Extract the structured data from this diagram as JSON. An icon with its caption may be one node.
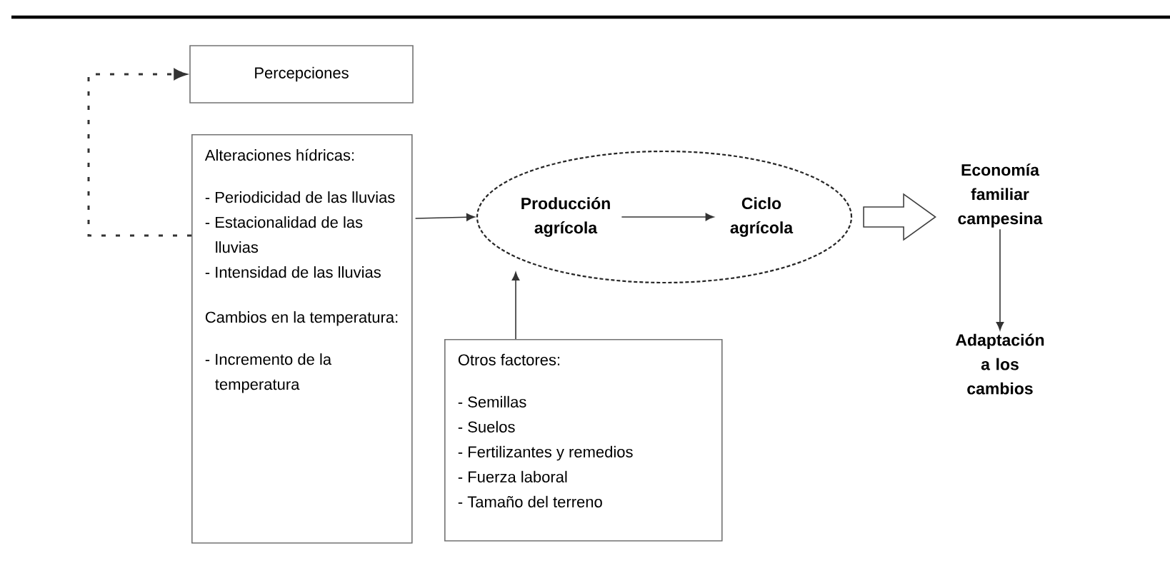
{
  "diagram": {
    "nodes": [
      {
        "text": [
          "Percepciones"
        ]
      },
      {
        "text": [
          "Alteraciones hídricas:",
          "- Periodicidad de las lluvias",
          "- Estacionalidad de las lluvias",
          "- Intensidad de las lluvias",
          "Cambios en la temperatura:",
          "- Incremento de la temperatura"
        ]
      },
      {
        "text": [],
        "shape": "ellipse"
      },
      {
        "text": [
          "Producción agrícola"
        ],
        "in": 2
      },
      {
        "text": [
          "Ciclo agrícola"
        ],
        "in": 2
      },
      {
        "text": [
          "Economía familiar campesina"
        ]
      },
      {
        "text": [
          "Adaptación a los cambios"
        ]
      },
      {
        "text": [
          "Otros factores:",
          "- Semillas",
          "- Suelos",
          "- Fertilizantes y remedios",
          "- Fuerza laboral",
          "- Tamaño del terreno"
        ]
      }
    ],
    "edges": [
      {
        "from": 1,
        "to": 0,
        "arrow": "to",
        "style": "dashed"
      },
      {
        "from": 1,
        "to": 2,
        "arrow": "to"
      },
      {
        "from": 3,
        "to": 4,
        "arrow": "to"
      },
      {
        "from": 2,
        "to": 5,
        "arrow": "to",
        "style": "thick"
      },
      {
        "from": 5,
        "to": 6,
        "arrow": "to"
      },
      {
        "from": 7,
        "to": 2,
        "arrow": "to"
      }
    ]
  }
}
